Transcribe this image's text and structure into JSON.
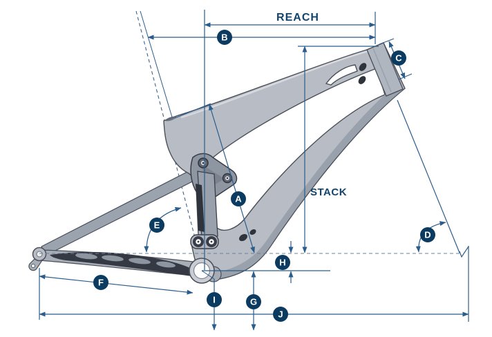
{
  "diagram": {
    "reach_label": "REACH",
    "stack_label": "STACK",
    "point_labels": [
      {
        "letter": "A"
      },
      {
        "letter": "B"
      },
      {
        "letter": "C"
      },
      {
        "letter": "D"
      },
      {
        "letter": "E"
      },
      {
        "letter": "F"
      },
      {
        "letter": "G"
      },
      {
        "letter": "H"
      },
      {
        "letter": "I"
      },
      {
        "letter": "J"
      }
    ],
    "colors": {
      "dimension_line": "#2a5c8c",
      "dashed_axle_line": "#6b8095",
      "dashed_seat_axis": "#3f6288",
      "label_badge": "#0c3b61",
      "label_text": "#ffffff",
      "annotation_text": "#12446d",
      "frame_light": "#b8bcc4",
      "frame_mid": "#9aa1ac",
      "frame_dark": "#2f333c"
    }
  }
}
